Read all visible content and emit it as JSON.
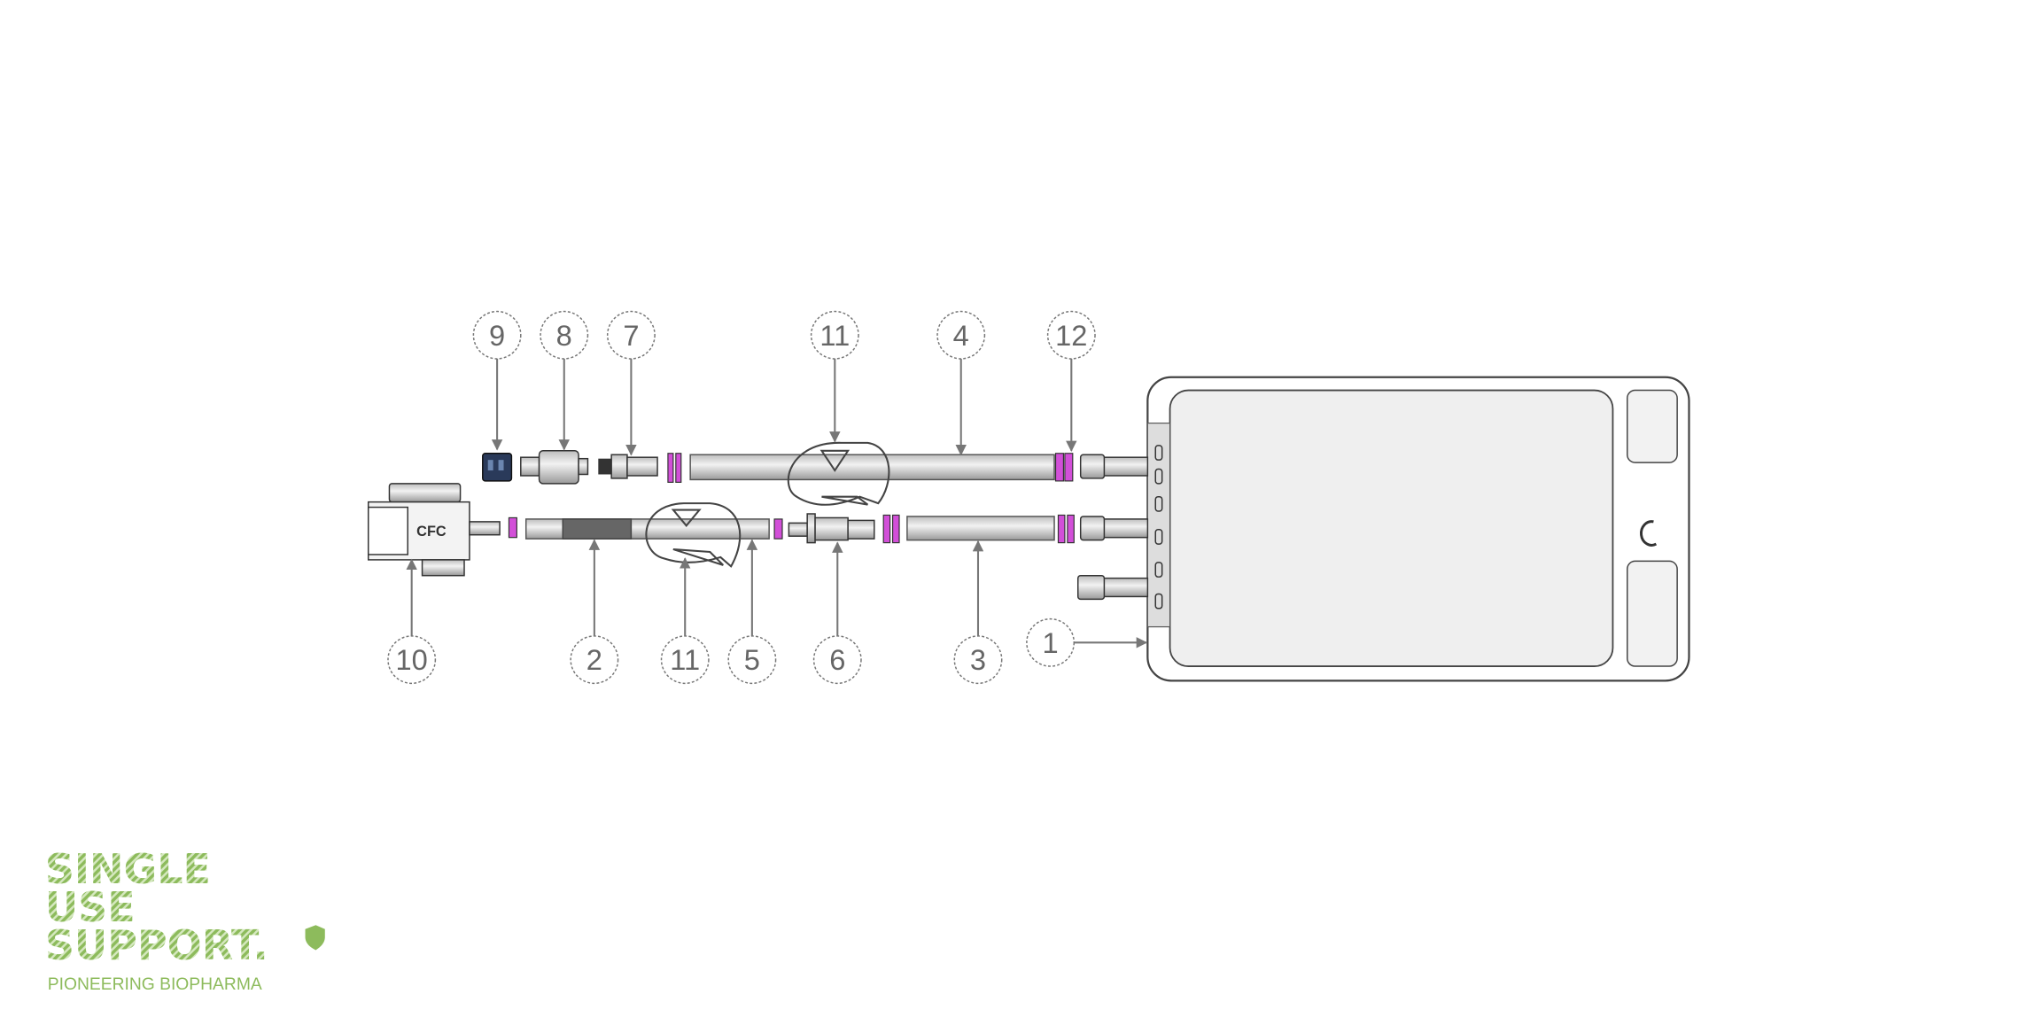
{
  "diagram": {
    "callouts": {
      "c1": "1",
      "c2": "2",
      "c3": "3",
      "c4": "4",
      "c5": "5",
      "c6": "6",
      "c7": "7",
      "c8": "8",
      "c9": "9",
      "c10": "10",
      "c11_top": "11",
      "c11_bottom": "11",
      "c12": "12"
    },
    "connector_label": "CFC",
    "colors": {
      "ring": "#d24fd8",
      "cap": "#2a3a5a",
      "outline": "#333333",
      "callout": "#777777"
    }
  },
  "logo": {
    "line1": "SINGLE",
    "line2": "USE",
    "line3": "SUPPORT.",
    "tagline": "PIONEERING BIOPHARMA",
    "color": "#8dbb5c",
    "icon": "shield-icon"
  }
}
